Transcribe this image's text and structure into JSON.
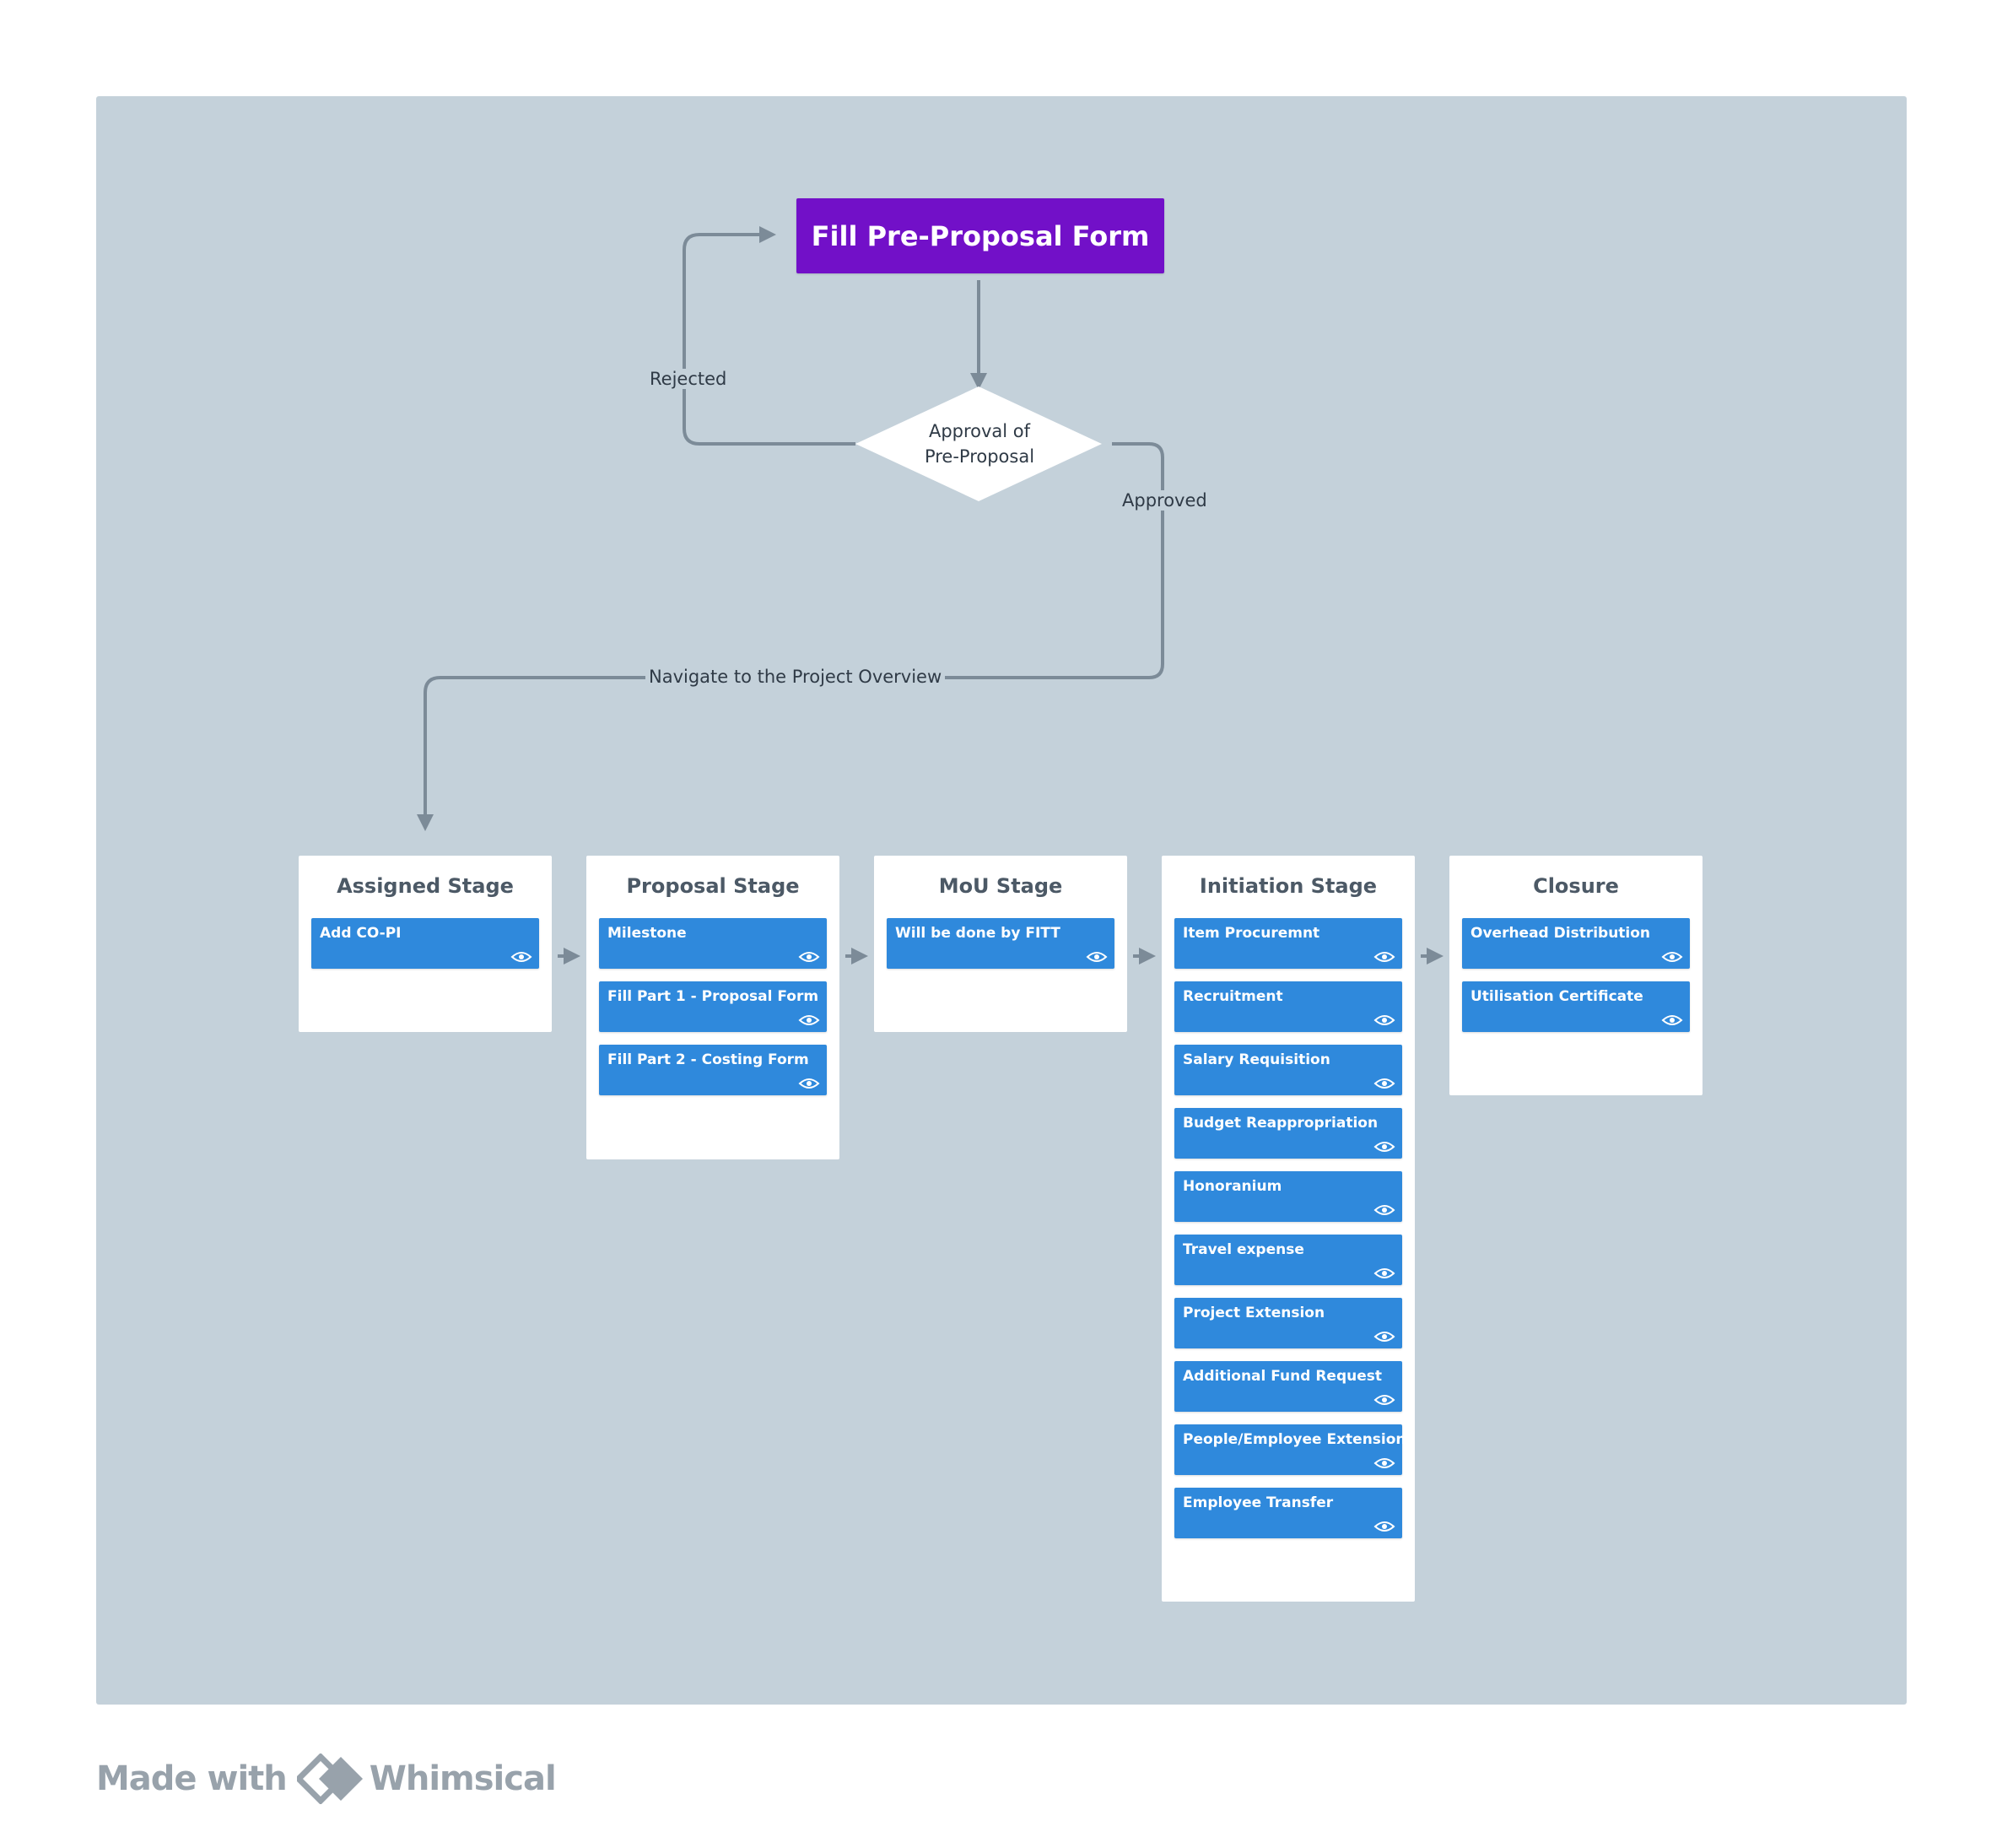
{
  "start": {
    "label": "Fill Pre-Proposal Form"
  },
  "decision": {
    "line1": "Approval of",
    "line2": "Pre-Proposal"
  },
  "edges": {
    "rejected": "Rejected",
    "approved": "Approved",
    "navigate": "Navigate to the Project Overview"
  },
  "stages": [
    {
      "title": "Assigned Stage",
      "items": [
        "Add CO-PI"
      ]
    },
    {
      "title": "Proposal Stage",
      "items": [
        "Milestone",
        "Fill Part 1 - Proposal Form",
        "Fill Part 2 - Costing Form"
      ]
    },
    {
      "title": "MoU Stage",
      "items": [
        "Will be done by FITT"
      ]
    },
    {
      "title": "Initiation Stage",
      "items": [
        "Item Procuremnt",
        "Recruitment",
        "Salary Requisition",
        "Budget Reappropriation",
        "Honoranium",
        "Travel expense",
        "Project Extension",
        "Additional Fund Request",
        "People/Employee Extension",
        "Employee Transfer"
      ]
    },
    {
      "title": "Closure",
      "items": [
        "Overhead Distribution",
        "Utilisation Certificate"
      ]
    }
  ],
  "footer": {
    "made_with": "Made with",
    "brand": "Whimsical"
  },
  "colors": {
    "canvas": "#c4d1da",
    "start": "#7210c8",
    "card": "#2f89dc",
    "connector": "#7c8b98"
  }
}
